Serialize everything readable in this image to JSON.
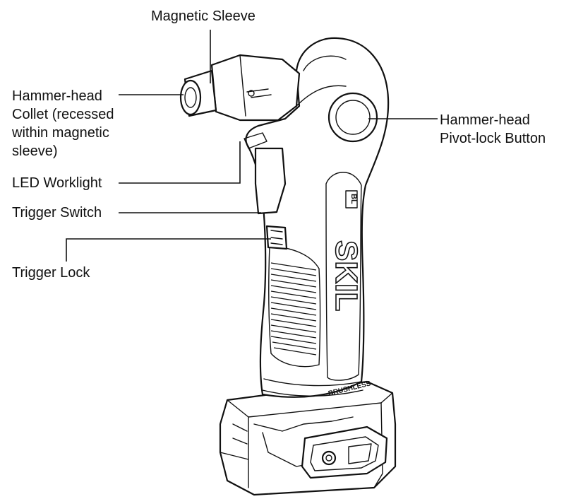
{
  "labels": {
    "magnetic_sleeve": "Magnetic Sleeve",
    "collet": "Hammer-head\nCollet (recessed\nwithin magnetic\nsleeve)",
    "led": "LED Worklight",
    "trigger_switch": "Trigger Switch",
    "trigger_lock": "Trigger Lock",
    "pivot_button": "Hammer-head\nPivot-lock Button"
  },
  "tool_markings": {
    "brand": "SKIL",
    "badge": "BL",
    "motor": "BRUSHLESS"
  },
  "colors": {
    "line": "#111111",
    "background": "#ffffff"
  }
}
